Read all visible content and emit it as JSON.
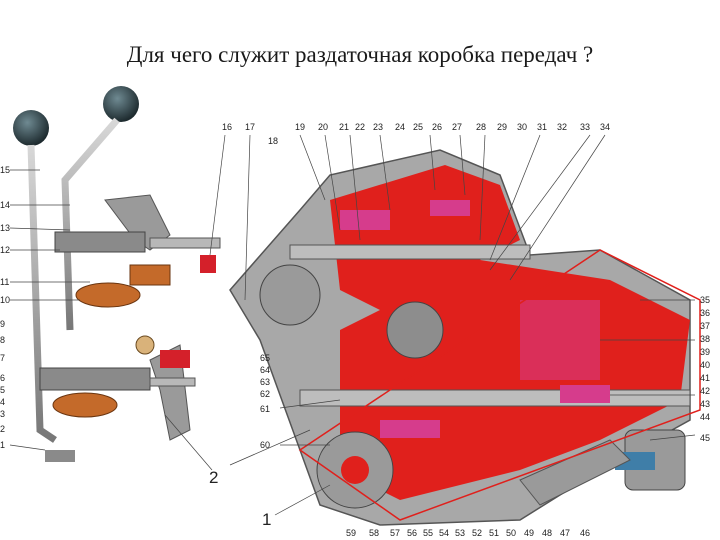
{
  "slide": {
    "title": "Для чего служит раздаточная коробка передач ?"
  },
  "diagram": {
    "callouts_top": [
      "16",
      "17",
      "18",
      "19",
      "20",
      "21",
      "22",
      "23",
      "24",
      "25",
      "26",
      "27",
      "28",
      "29",
      "30",
      "31",
      "32",
      "33",
      "34"
    ],
    "callouts_right": [
      "35",
      "36",
      "37",
      "38",
      "39",
      "40",
      "41",
      "42",
      "43",
      "44",
      "45"
    ],
    "callouts_bottom": [
      "59",
      "58",
      "57",
      "56",
      "55",
      "54",
      "53",
      "52",
      "51",
      "50",
      "49",
      "48",
      "47",
      "46"
    ],
    "callouts_left_mid": [
      "65",
      "64",
      "63",
      "62",
      "61",
      "60"
    ],
    "callouts_left_edge": [
      "15",
      "14",
      "13",
      "12",
      "11",
      "10",
      "9",
      "8",
      "7",
      "6",
      "5",
      "4",
      "3",
      "2",
      "1"
    ],
    "big_labels": [
      "2",
      "1"
    ],
    "colors": {
      "cutaway": "#e0201c",
      "accent": "#d63c8c",
      "metal": "#8c8c8c",
      "bronze": "#c46a2a"
    }
  }
}
